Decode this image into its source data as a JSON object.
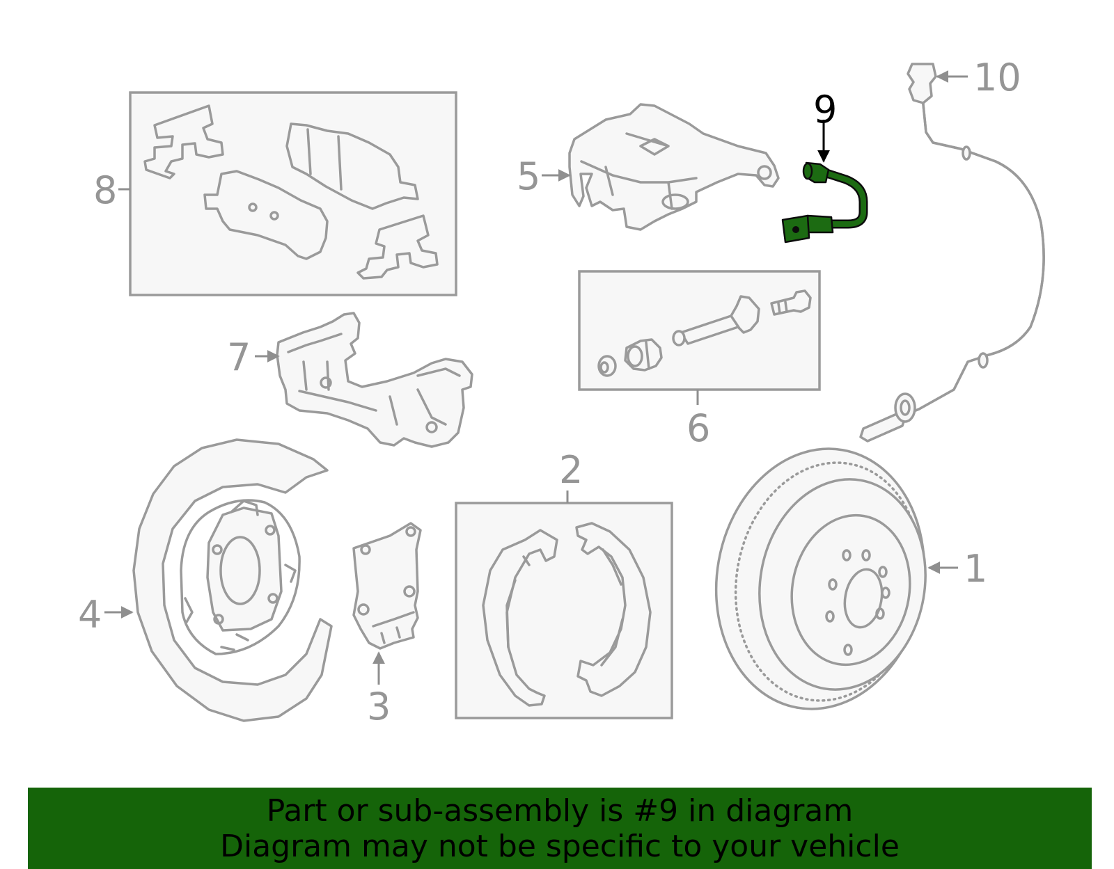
{
  "callouts": {
    "c1": "1",
    "c2": "2",
    "c3": "3",
    "c4": "4",
    "c5": "5",
    "c6": "6",
    "c7": "7",
    "c8": "8",
    "c9": "9",
    "c10": "10"
  },
  "highlighted_callout": "9",
  "colors": {
    "highlight": "#1c6b12",
    "banner": "#156409",
    "line_art": "#9a9a9a"
  },
  "banner": {
    "line1": "Part or sub-assembly is #9 in diagram",
    "line2": "Diagram may not be specific to your vehicle"
  }
}
